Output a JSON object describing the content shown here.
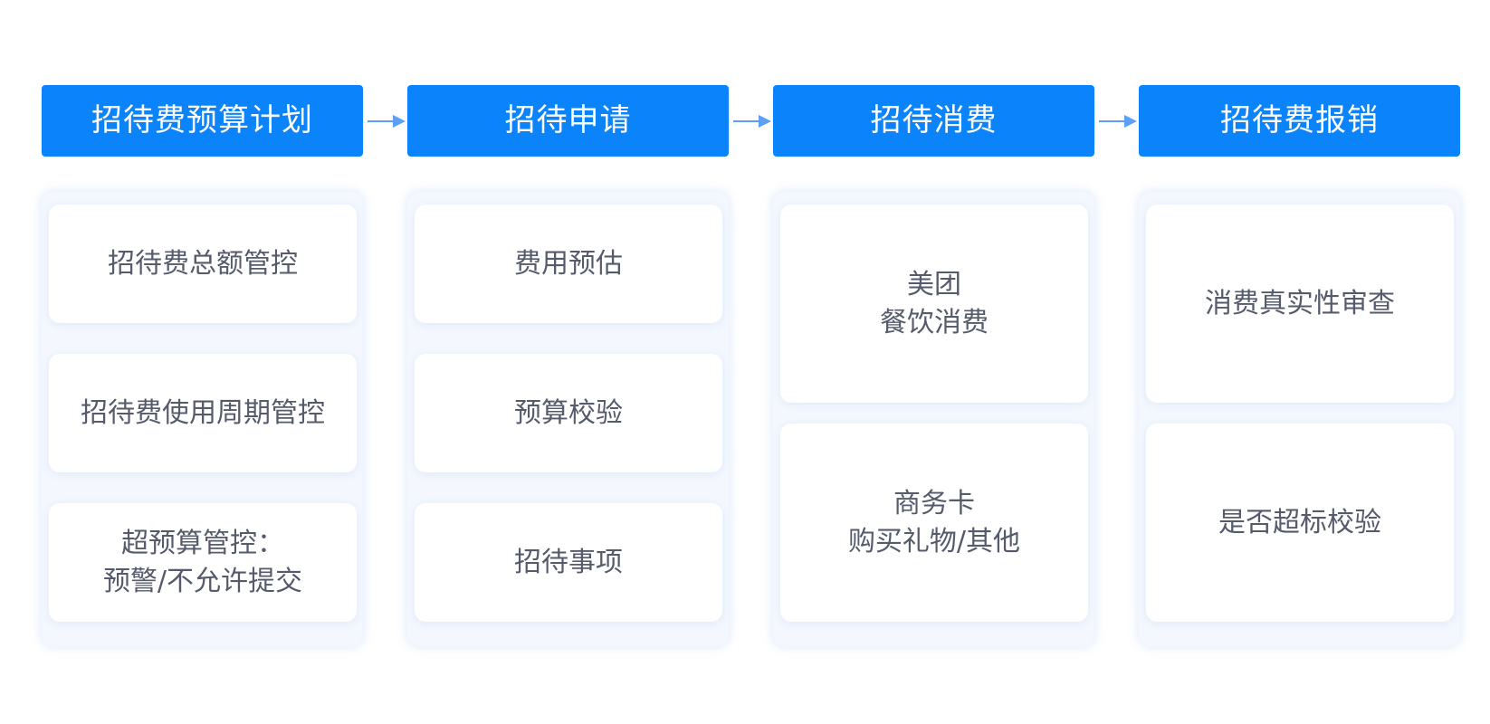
{
  "colors": {
    "header_bg": "#0b84fb",
    "arrow": "#5d9ef6",
    "panel_bg": "#f4f8fe",
    "card_bg": "#ffffff",
    "card_text": "#555b6b"
  },
  "stages": [
    {
      "title": "招待费预算计划",
      "items": [
        {
          "lines": [
            "招待费总额管控"
          ]
        },
        {
          "lines": [
            "招待费使用周期管控"
          ]
        },
        {
          "lines": [
            "超预算管控：",
            "预警/不允许提交"
          ]
        }
      ]
    },
    {
      "title": "招待申请",
      "items": [
        {
          "lines": [
            "费用预估"
          ]
        },
        {
          "lines": [
            "预算校验"
          ]
        },
        {
          "lines": [
            "招待事项"
          ]
        }
      ]
    },
    {
      "title": "招待消费",
      "items": [
        {
          "lines": [
            "美团",
            "餐饮消费"
          ]
        },
        {
          "lines": [
            "商务卡",
            "购买礼物/其他"
          ]
        }
      ]
    },
    {
      "title": "招待费报销",
      "items": [
        {
          "lines": [
            "消费真实性审查"
          ]
        },
        {
          "lines": [
            "是否超标校验"
          ]
        }
      ]
    }
  ]
}
